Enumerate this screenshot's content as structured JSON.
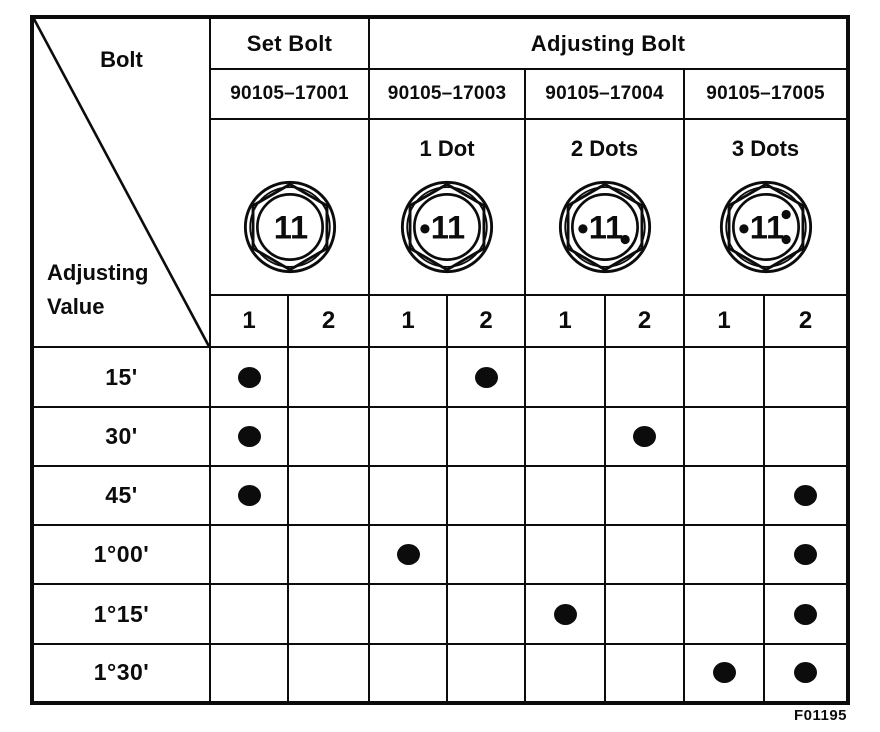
{
  "page": {
    "background": "#ffffff",
    "ink": "#0c0c0c"
  },
  "figure_code": "F01195",
  "corner": {
    "top_label": "Bolt",
    "bottom_label_line1": "Adjusting",
    "bottom_label_line2": "Value"
  },
  "column_groups": {
    "set_bolt_label": "Set Bolt",
    "adjusting_bolt_label": "Adjusting Bolt"
  },
  "bolts": [
    {
      "part_number": "90105–17001",
      "dot_label": "",
      "dot_count": 0,
      "head_marking": "11"
    },
    {
      "part_number": "90105–17003",
      "dot_label": "1 Dot",
      "dot_count": 1,
      "head_marking": "11"
    },
    {
      "part_number": "90105–17004",
      "dot_label": "2 Dots",
      "dot_count": 2,
      "head_marking": "11"
    },
    {
      "part_number": "90105–17005",
      "dot_label": "3 Dots",
      "dot_count": 3,
      "head_marking": "11"
    }
  ],
  "sub_columns": [
    "1",
    "2"
  ],
  "rows": [
    {
      "label": "15'",
      "marks": [
        1,
        0,
        0,
        1,
        0,
        0,
        0,
        0
      ]
    },
    {
      "label": "30'",
      "marks": [
        1,
        0,
        0,
        0,
        0,
        1,
        0,
        0
      ]
    },
    {
      "label": "45'",
      "marks": [
        1,
        0,
        0,
        0,
        0,
        0,
        0,
        1
      ]
    },
    {
      "label": "1°00'",
      "marks": [
        0,
        0,
        1,
        0,
        0,
        0,
        0,
        1
      ]
    },
    {
      "label": "1°15'",
      "marks": [
        0,
        0,
        0,
        0,
        1,
        0,
        0,
        1
      ]
    },
    {
      "label": "1°30'",
      "marks": [
        0,
        0,
        0,
        0,
        0,
        0,
        1,
        1
      ]
    }
  ]
}
